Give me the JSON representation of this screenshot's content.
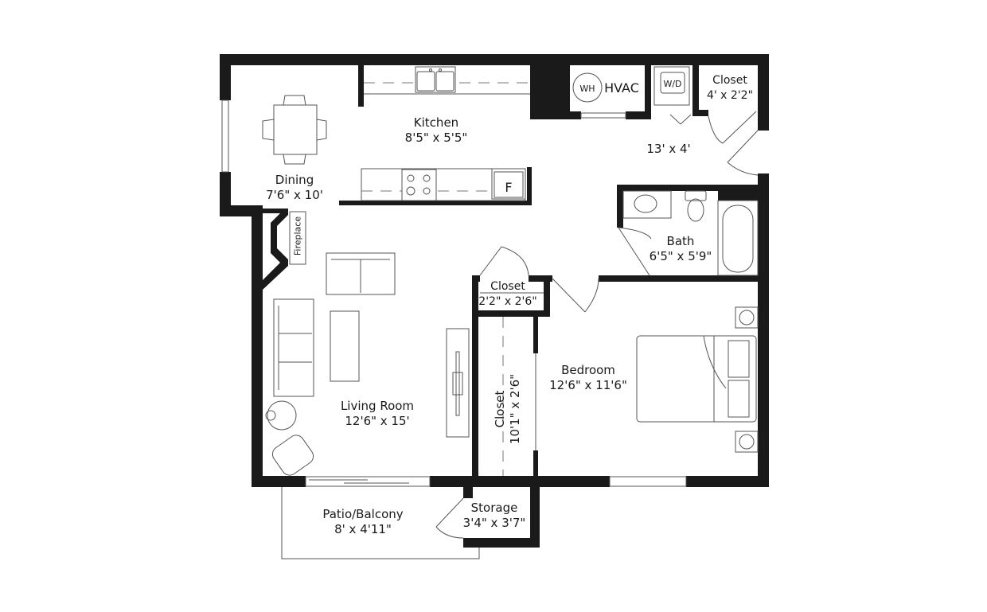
{
  "floorplan": {
    "rooms": [
      {
        "id": "kitchen",
        "name": "Kitchen",
        "dims": "8'5\" x 5'5\""
      },
      {
        "id": "dining",
        "name": "Dining",
        "dims": "7'6\" x 10'"
      },
      {
        "id": "living",
        "name": "Living Room",
        "dims": "12'6\" x 15'"
      },
      {
        "id": "hall",
        "name": "",
        "dims": "13' x 4'"
      },
      {
        "id": "bath",
        "name": "Bath",
        "dims": "6'5\" x 5'9\""
      },
      {
        "id": "bedroom",
        "name": "Bedroom",
        "dims": "12'6\" x 11'6\""
      },
      {
        "id": "closet-small",
        "name": "Closet",
        "dims": "2'2\" x 2'6\""
      },
      {
        "id": "closet-walkin",
        "name": "Closet",
        "dims": "10'1\" x 2'6\""
      },
      {
        "id": "closet-hall",
        "name": "Closet",
        "dims": "4' x 2'2\""
      },
      {
        "id": "patio",
        "name": "Patio/Balcony",
        "dims": "8' x 4'11\""
      },
      {
        "id": "storage",
        "name": "Storage",
        "dims": "3'4\" x 3'7\""
      }
    ],
    "fixtures": {
      "hvac": "HVAC",
      "water_heater": "WH",
      "washer_dryer": "W/D",
      "fridge": "F",
      "fireplace": "Fireplace"
    },
    "colors": {
      "wall": "#1a1a1a",
      "line": "#555555",
      "background": "#ffffff"
    }
  }
}
